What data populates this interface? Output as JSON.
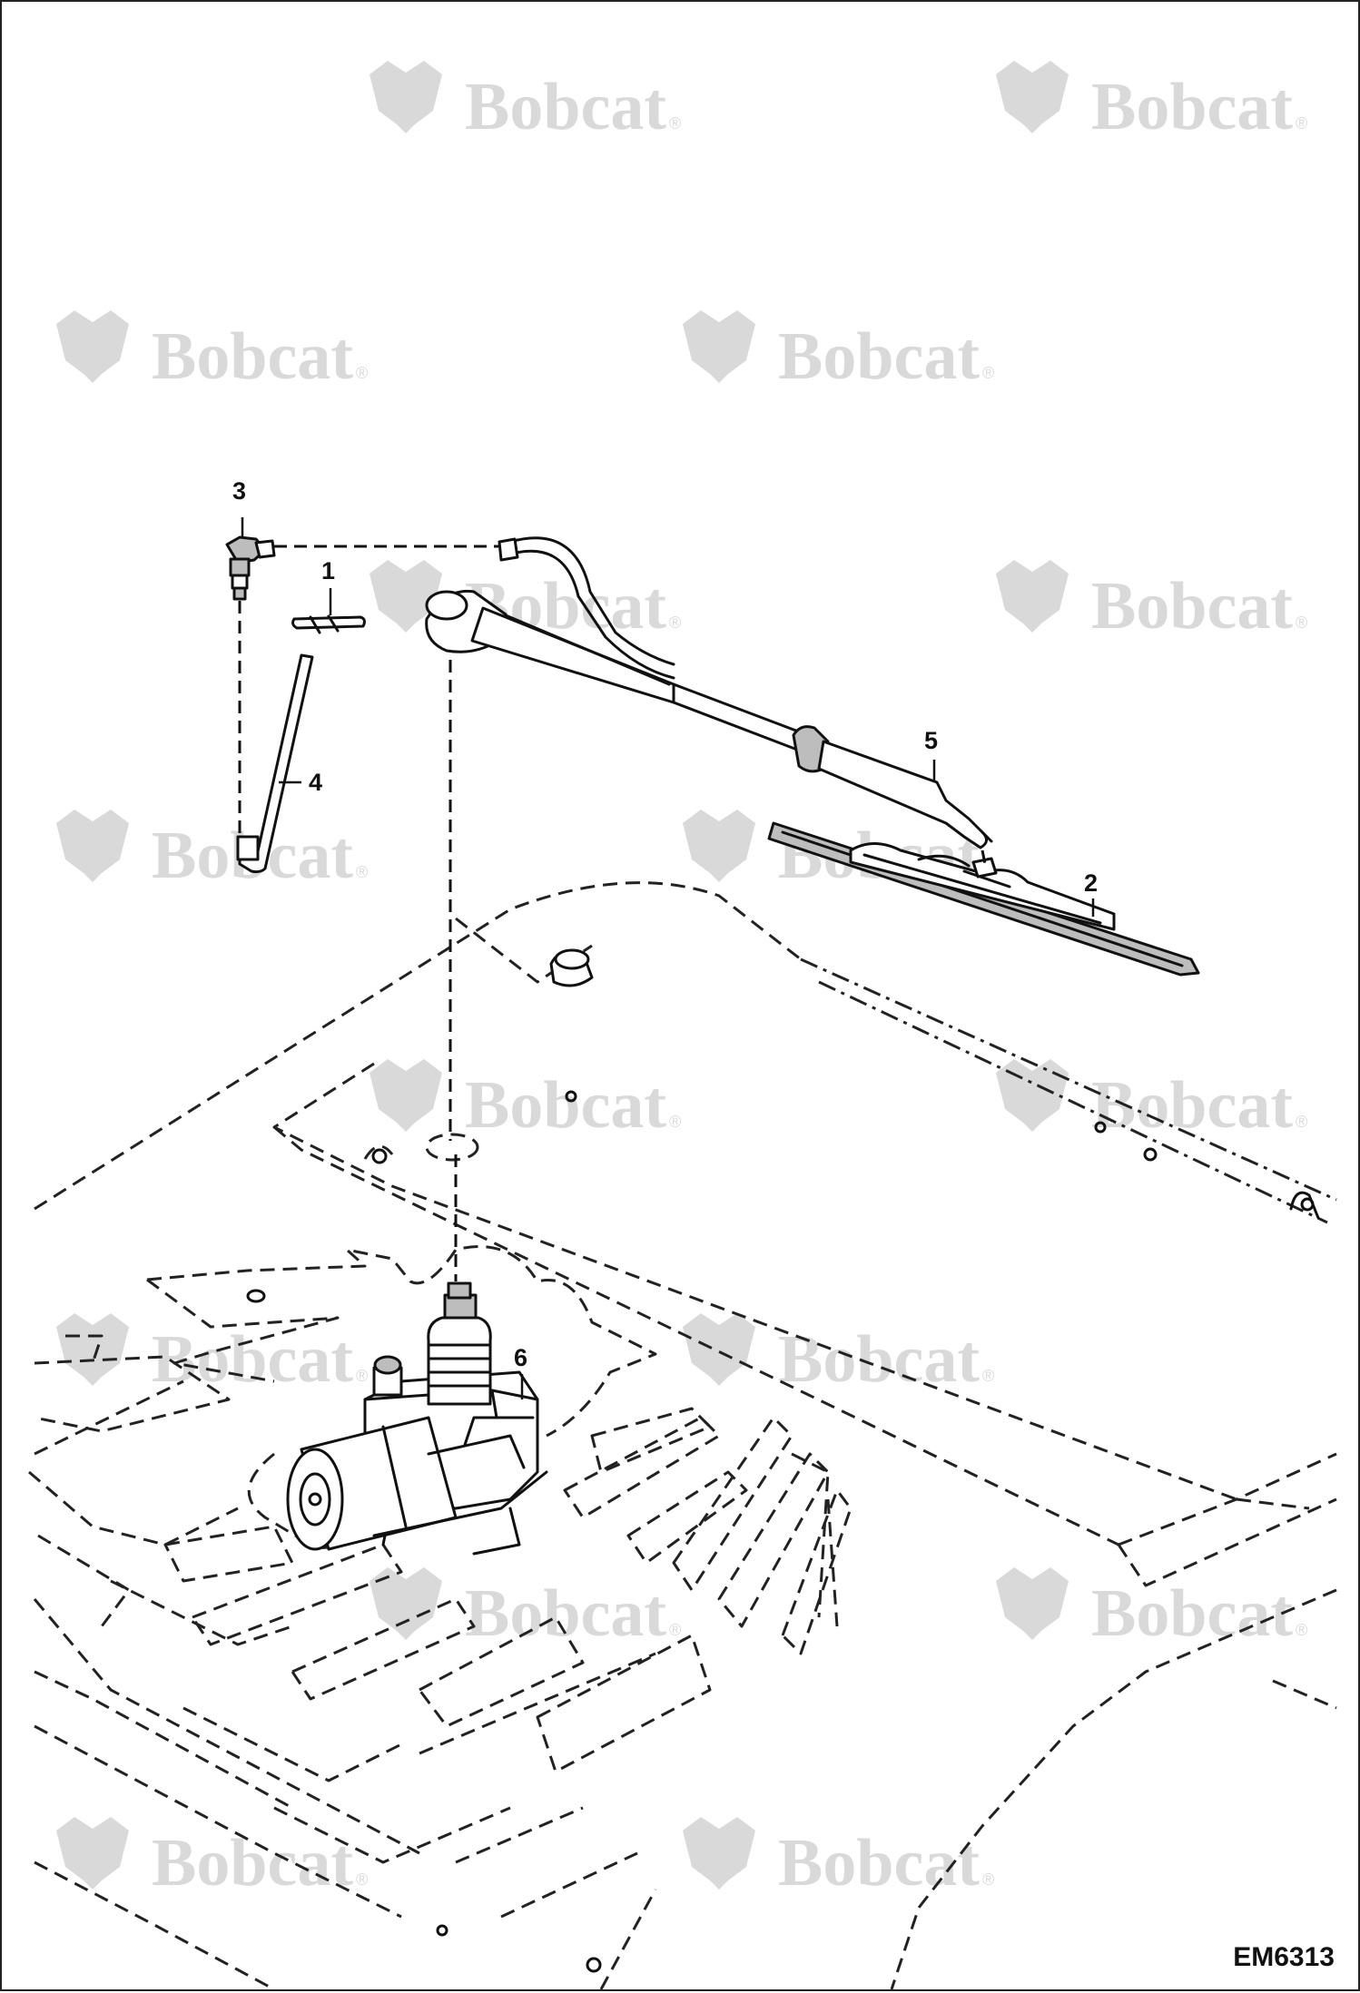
{
  "watermark": {
    "brand": "Bobcat",
    "registered_mark": "®"
  },
  "callouts": [
    {
      "id": "callout-1",
      "text": "1"
    },
    {
      "id": "callout-2",
      "text": "2"
    },
    {
      "id": "callout-3",
      "text": "3"
    },
    {
      "id": "callout-4",
      "text": "4"
    },
    {
      "id": "callout-5",
      "text": "5"
    },
    {
      "id": "callout-6",
      "text": "6"
    }
  ],
  "drawing_id": "EM6313",
  "colors": {
    "line": "#111111",
    "watermark": "#d9d9d9",
    "shade": "#bdbdbd",
    "background": "#ffffff"
  }
}
